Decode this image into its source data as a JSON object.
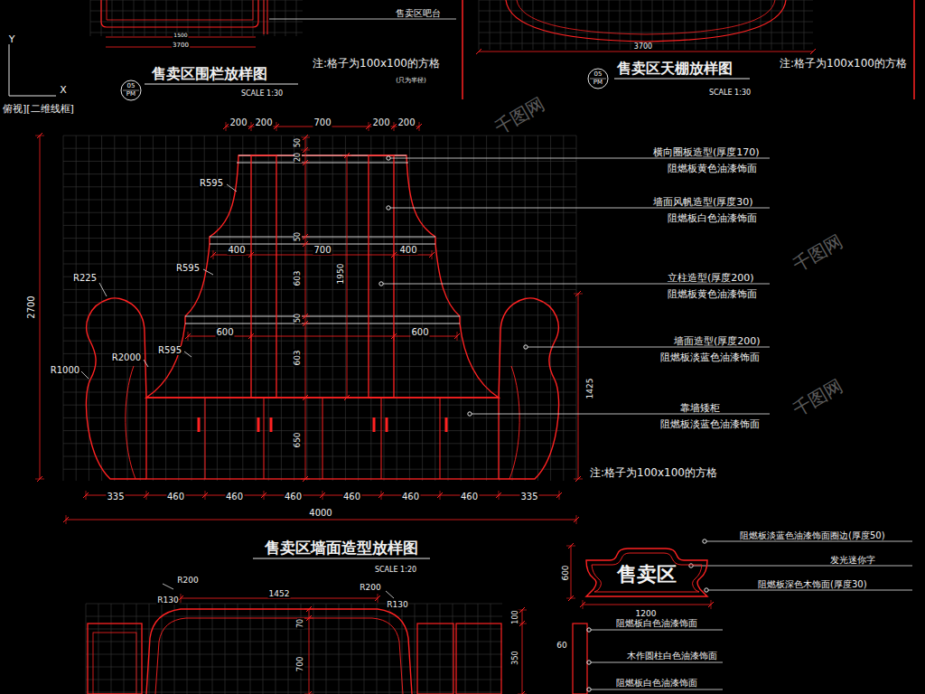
{
  "diagram": {
    "nodes": [
      {
        "text": [
          "05",
          "PM"
        ]
      },
      {
        "text": [
          "05",
          "PM"
        ]
      },
      {
        "text": [
          "售卖区"
        ]
      }
    ],
    "labels": [
      "售卖区吧台",
      "1500",
      "3700",
      "Y",
      "X",
      "售卖区围栏放样图",
      "SCALE 1:30",
      "注:格子为100x100的方格",
      "(只为半径)",
      "俯视][二维线框]",
      "3700",
      "售卖区天棚放样图",
      "SCALE 1:30",
      "注:格子为100x100的方格",
      "200",
      "200",
      "700",
      "200",
      "200",
      "50",
      "20",
      "50",
      "603",
      "50",
      "603",
      "650",
      "1950",
      "2700",
      "1425",
      "R595",
      "R595",
      "R225",
      "R2000",
      "R595",
      "R1000",
      "400",
      "700",
      "400",
      "600",
      "600",
      "335",
      "460",
      "460",
      "460",
      "460",
      "460",
      "460",
      "335",
      "4000",
      "横向圈板造型(厚度170)",
      "阻燃板黄色油漆饰面",
      "墙面风帆造型(厚度30)",
      "阻燃板白色油漆饰面",
      "立柱造型(厚度200)",
      "阻燃板黄色油漆饰面",
      "墙面造型(厚度200)",
      "阻燃板淡蓝色油漆饰面",
      "靠墙矮柜",
      "阻燃板淡蓝色油漆饰面",
      "注:格子为100x100的方格",
      "售卖区墙面造型放样图",
      "SCALE 1:20",
      "600",
      "1200",
      "阻燃板淡蓝色油漆饰面圈边(厚度50)",
      "发光迷你字",
      "阻燃板深色木饰面(厚度30)",
      "R200",
      "R130",
      "1452",
      "R200",
      "R130",
      "70",
      "700",
      "100",
      "350",
      "60",
      "阻燃板白色油漆饰面",
      "木作圆柱白色油漆饰面",
      "阻燃板白色油漆饰面",
      "千图网",
      "千图网",
      "千图网"
    ]
  }
}
